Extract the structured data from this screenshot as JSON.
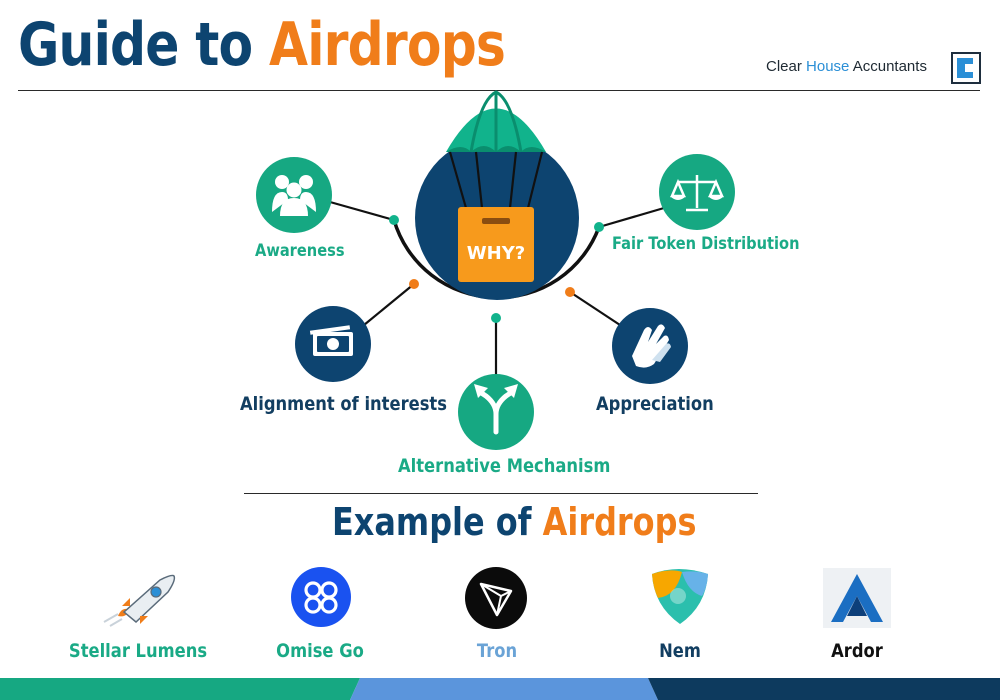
{
  "header": {
    "title_part1": "Guide to",
    "title_part2": "Airdrops",
    "brand": {
      "part1": "Clear",
      "part2": "House",
      "part3": "Accuntants"
    }
  },
  "diagram": {
    "center_label": "WHY?",
    "reasons": [
      {
        "label": "Awareness",
        "icon": "people-group-icon"
      },
      {
        "label": "Fair Token Distribution",
        "icon": "balance-scale-icon"
      },
      {
        "label": "Alignment of interests",
        "icon": "money-bill-icon"
      },
      {
        "label": "Alternative Mechanism",
        "icon": "split-arrows-icon"
      },
      {
        "label": "Appreciation",
        "icon": "clapping-hands-icon"
      }
    ]
  },
  "examples": {
    "title_part1": "Example of",
    "title_part2": "Airdrops",
    "items": [
      {
        "label": "Stellar Lumens",
        "icon": "rocket-icon"
      },
      {
        "label": "Omise Go",
        "icon": "omisego-logo-icon"
      },
      {
        "label": "Tron",
        "icon": "tron-logo-icon"
      },
      {
        "label": "Nem",
        "icon": "nem-logo-icon"
      },
      {
        "label": "Ardor",
        "icon": "ardor-logo-icon"
      }
    ]
  },
  "colors": {
    "navy": "#0d4470",
    "orange": "#f07d1a",
    "green": "#1aaa86",
    "blue": "#3d8fd9"
  }
}
